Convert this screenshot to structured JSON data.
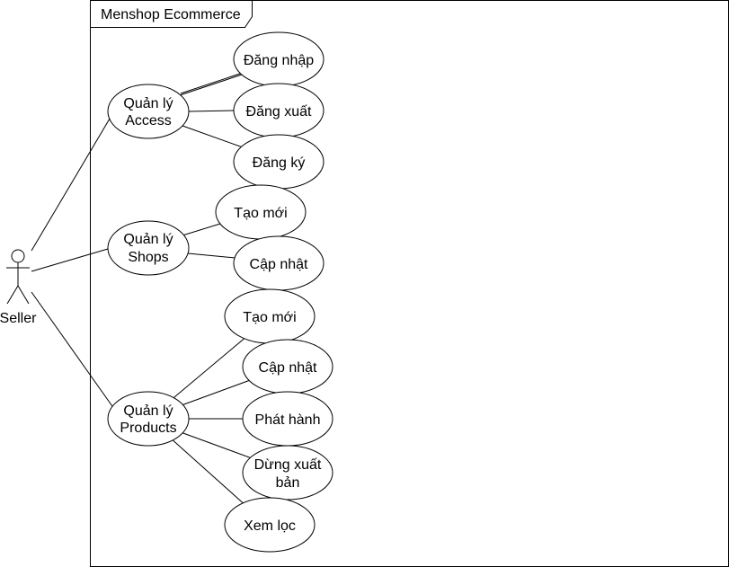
{
  "system": {
    "title": "Menshop Ecommerce"
  },
  "actor": {
    "label": "Seller"
  },
  "groups": {
    "access": {
      "label_line1": "Quản lý",
      "label_line2": "Access",
      "usecases": [
        "Đăng nhập",
        "Đăng xuất",
        "Đăng ký"
      ]
    },
    "shops": {
      "label_line1": "Quản lý",
      "label_line2": "Shops",
      "usecases": [
        "Tạo mới",
        "Cập nhật"
      ]
    },
    "products": {
      "label_line1": "Quản lý",
      "label_line2": "Products",
      "usecases": [
        "Tạo mới",
        "Cập nhật",
        "Phát hành",
        "Dừng xuất",
        "bản",
        "Xem lọc"
      ]
    }
  }
}
